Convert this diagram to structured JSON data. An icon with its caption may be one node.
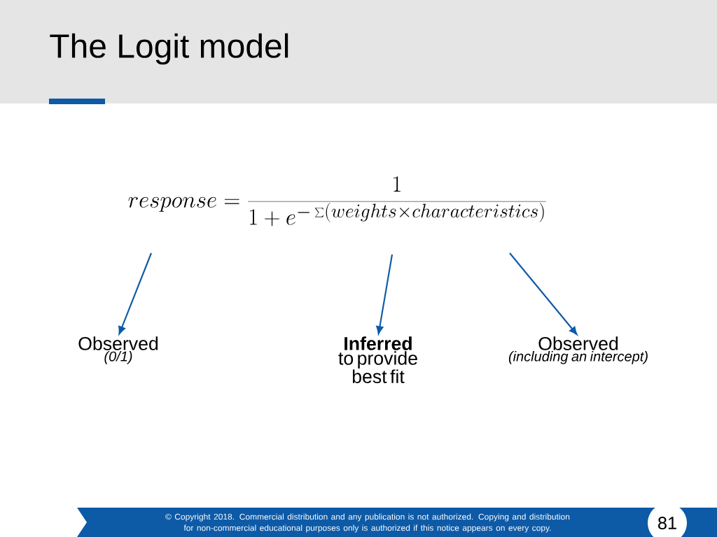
{
  "diagram": {
    "title": "The Logit model",
    "nodes": [
      {
        "text": [
          "Observed",
          "(0/1)"
        ]
      },
      {
        "text": [
          "Inferred",
          "to provide best fit"
        ]
      },
      {
        "text": [
          "Observed",
          "(including an intercept)"
        ]
      }
    ],
    "edges": [
      {
        "from": null,
        "to": 0,
        "arrow": "to"
      },
      {
        "from": null,
        "to": 1,
        "arrow": "to"
      },
      {
        "from": null,
        "to": 2,
        "arrow": "to"
      }
    ],
    "labels": [
      "response =\\frac{1}{1+e^{-\\sum\\left(weights\\times characteristics\\right)}}",
      "© Copyright 2018. Commercial distribution and any publication is not authorized. Copying and distribution for non-commercial educational purposes only is authorized if this notice appears on every copy.",
      "81"
    ]
  }
}
